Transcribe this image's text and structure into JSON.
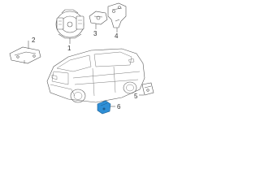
{
  "callouts": {
    "c1": "1",
    "c2": "2",
    "c3": "3",
    "c4": "4",
    "c5": "5",
    "c6": "6"
  },
  "colors": {
    "line": "#5a5a5a",
    "highlight": "#2f8fd6",
    "highlight_dark": "#1b5e91"
  },
  "icons": {
    "part1": "airbag-control-module-icon",
    "part2": "bracket-icon",
    "part3": "sensor-icon",
    "part4": "mounting-bracket-icon",
    "part5": "side-sensor-icon",
    "part6": "impact-sensor-icon",
    "vehicle": "suv-outline-icon"
  }
}
